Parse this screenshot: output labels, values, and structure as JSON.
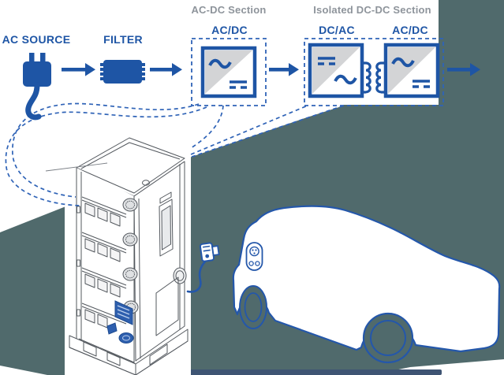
{
  "diagram": {
    "source_label": "AC SOURCE",
    "filter_label": "FILTER",
    "sections": {
      "ac_dc": {
        "title": "AC-DC Section",
        "blocks": [
          "AC/DC"
        ]
      },
      "isolated": {
        "title": "Isolated DC-DC Section",
        "blocks": [
          "DC/AC",
          "AC/DC"
        ]
      }
    },
    "flow": [
      "AC SOURCE",
      "FILTER",
      "AC/DC",
      "DC/AC",
      "AC/DC"
    ],
    "callouts": {
      "cabinet": "power-cabinet-illustration",
      "vehicle": "electric-car-with-charging-plug"
    }
  },
  "colors": {
    "accent_blue": "#1e55a5",
    "dashed_blue": "#2f63b7",
    "section_title_gray": "#8e949b",
    "block_fill_gray": "#d3d4d6",
    "background_dark_slate": "#506a6c",
    "car_outline_blue": "#2457aa",
    "shadow_navy": "#3e5473"
  },
  "icons": {
    "plug": "ac-plug-icon",
    "filter": "filter-chip-icon",
    "rectifier": "ac-dc-converter-icon",
    "inverter": "dc-ac-converter-icon",
    "transformer": "transformer-coils-icon",
    "arrow": "flow-arrow-icon",
    "cabinet": "power-cabinet-line-art",
    "car": "ev-car-silhouette",
    "charge_port": "ccs-charge-port-icon",
    "charge_plug": "charging-connector-icon"
  }
}
